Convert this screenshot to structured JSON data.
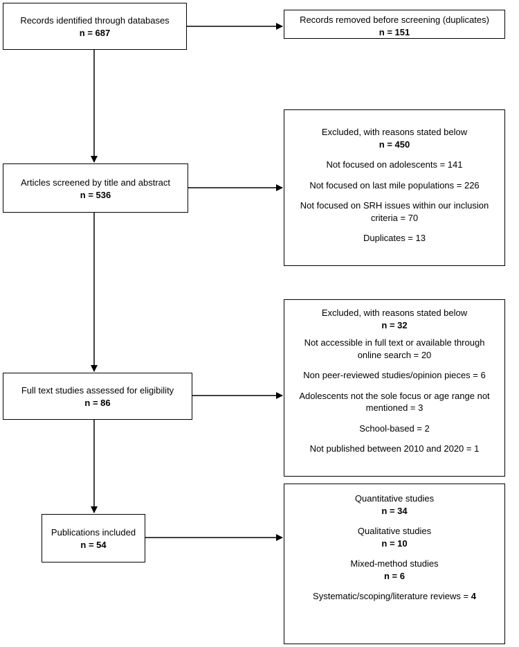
{
  "flow": {
    "identified": {
      "label": "Records identified through databases",
      "n": "n = 687"
    },
    "screened": {
      "label": "Articles screened by title and abstract",
      "n": "n = 536"
    },
    "fulltext": {
      "label": "Full text studies assessed for eligibility",
      "n": "n = 86"
    },
    "included": {
      "label": "Publications included",
      "n": "n = 54"
    }
  },
  "side": {
    "duplicates": {
      "label": "Records removed before screening (duplicates)",
      "n": "n = 151"
    },
    "excluded1": {
      "heading": "Excluded, with reasons stated below",
      "n": "n = 450",
      "reasons": [
        "Not focused on adolescents = 141",
        "Not focused on last mile populations = 226",
        "Not focused on SRH issues within our inclusion criteria = 70",
        "Duplicates = 13"
      ]
    },
    "excluded2": {
      "heading": "Excluded, with reasons stated below",
      "n": "n = 32",
      "reasons": [
        "Not accessible in full text or available through online search = 20",
        "Non peer-reviewed studies/opinion pieces = 6",
        "Adolescents not the sole focus or age range not mentioned = 3",
        "School-based = 2",
        "Not published between 2010 and 2020 = 1"
      ]
    },
    "breakdown": {
      "quant": {
        "label": "Quantitative studies",
        "n": "n = 34"
      },
      "qual": {
        "label": "Qualitative studies",
        "n": "n =  10"
      },
      "mixed": {
        "label": "Mixed-method studies",
        "n": "n = 6"
      },
      "reviews": {
        "label": "Systematic/scoping/literature reviews =",
        "n": "4"
      }
    }
  }
}
